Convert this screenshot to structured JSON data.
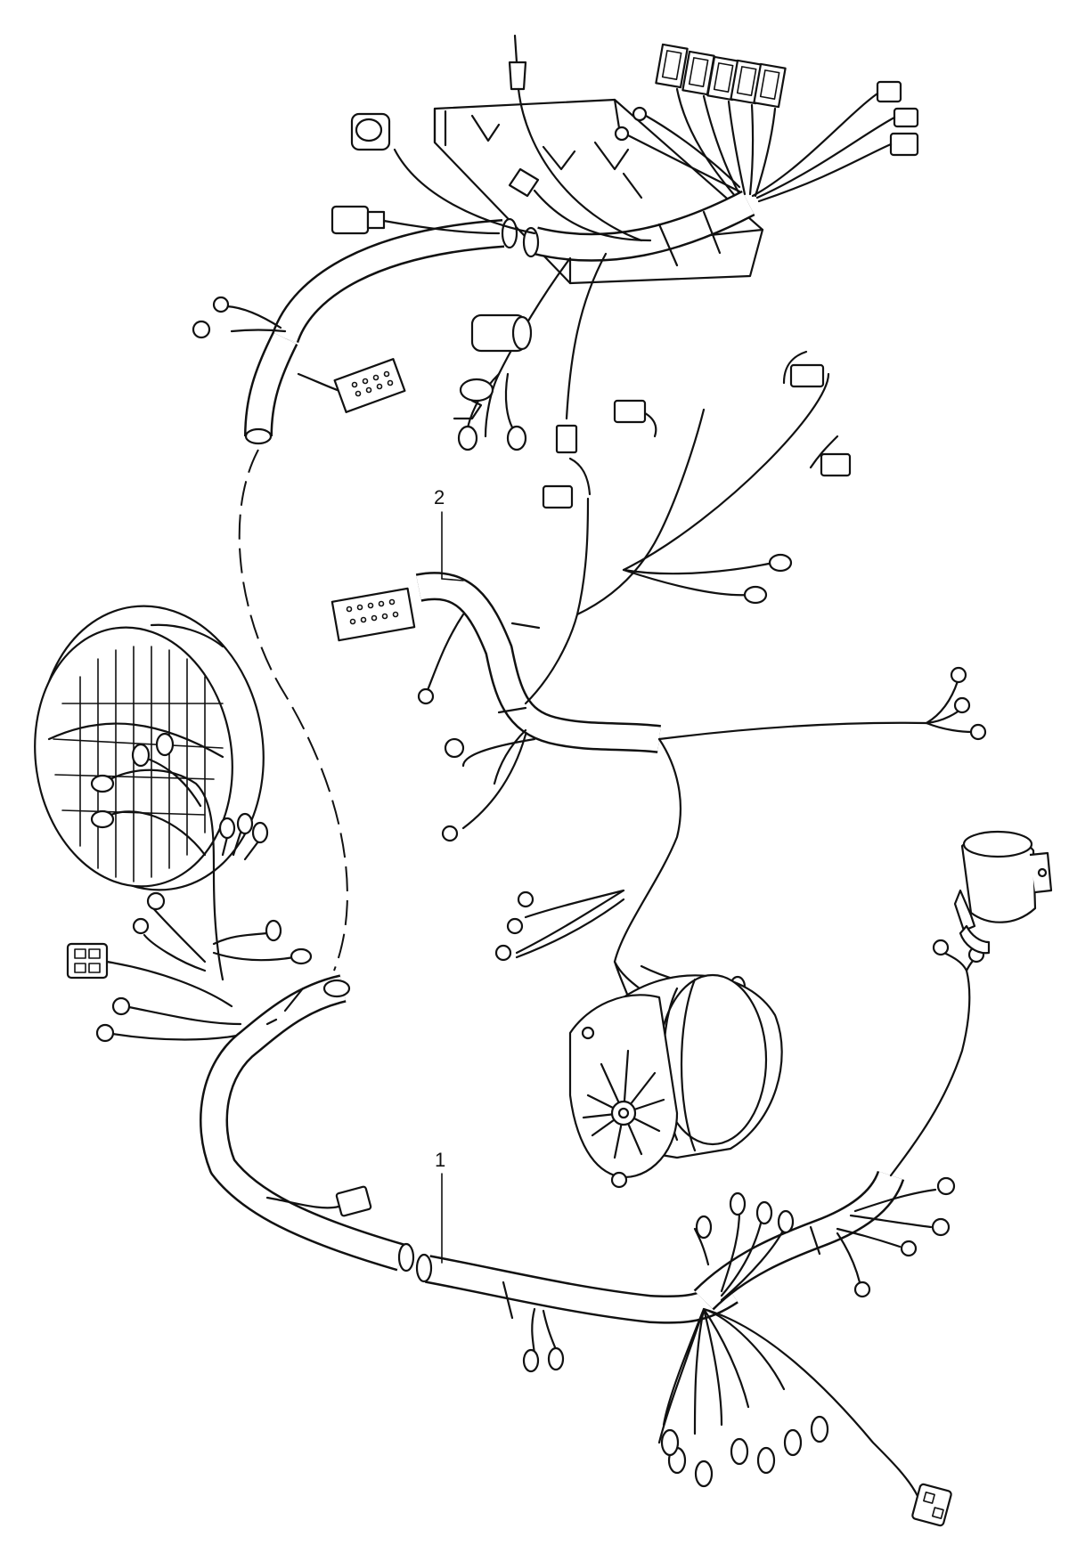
{
  "diagram": {
    "type": "wiring-harness-exploded-view",
    "callouts": [
      {
        "id": "harness-1",
        "label": "1"
      },
      {
        "id": "harness-2",
        "label": "2"
      }
    ],
    "components": [
      "engine-control-unit",
      "relay-connectors",
      "headlight",
      "ignition-coil",
      "alternator",
      "harness-1",
      "harness-2"
    ],
    "colors": {
      "line": "#111111",
      "background": "#ffffff"
    }
  }
}
